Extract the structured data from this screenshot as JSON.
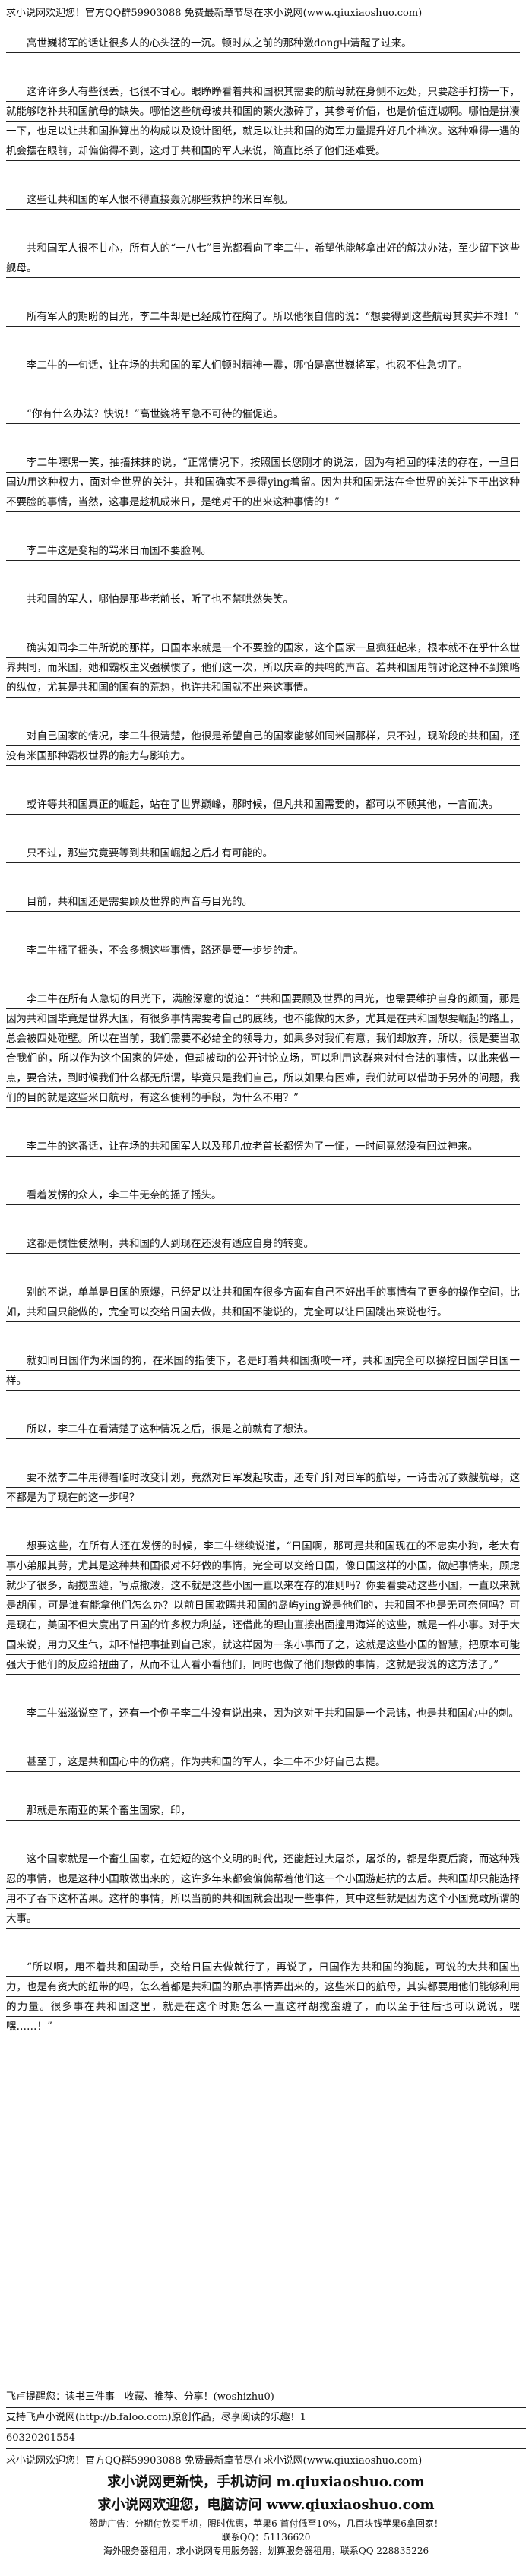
{
  "banner": {
    "top_text": "求小说网欢迎您！官方QQ群59903088 免费最新章节尽在求小说网(www.qiuxiaoshuo.com)"
  },
  "paragraphs": [
    "高世巍将军的话让很多人的心头猛的一沉。顿时从之前的那种激dong中清醒了过来。",
    "这许许多人有些很丢，也很不甘心。眼睁睁看着共和国积其需要的航母就在身侧不远处，只要趁手打捞一下，就能够吃补共和国航母的缺失。哪怕这些航母被共和国的繁火激碎了，其参考价值，也是价值连城啊。哪怕是拼凑一下，也足以让共和国推算出的构成以及设计图纸，就足以让共和国的海军力量提升好几个档次。这种难得一遇的机会摆在眼前，却偏偏得不到，这对于共和国的军人来说，简直比杀了他们还难受。",
    "这些让共和国的军人恨不得直接轰沉那些救护的米日军舰。",
    "共和国军人很不甘心，所有人的“一八七”目光都看向了李二牛，希望他能够拿出好的解决办法，至少留下这些舰母。",
    "所有军人的期盼的目光，李二牛却是已经成竹在胸了。所以他很自信的说：“想要得到这些航母其实并不难！”",
    "李二牛的一句话，让在场的共和国的军人们顿时精神一震，哪怕是高世巍将军，也忍不住急切了。",
    "“你有什么办法？快说！”高世巍将军急不可待的催促道。",
    "李二牛嘿嘿一笑，抽搐抹抹的说，“正常情况下，按照国长您刚才的说法，因为有袒回的律法的存在，一旦日国边用这种权力，面对全世界的关注，共和国确实不是得ying着留。因为共和国无法在全世界的关注下干出这种不要脸的事情，当然，这事是趁机成米日，是绝对干的出来这种事情的！”",
    "李二牛这是变相的骂米日而国不要脸啊。",
    "共和国的军人，哪怕是那些老前长，听了也不禁哄然失笑。",
    "确实如同李二牛所说的那样，日国本来就是一个不要脸的国家，这个国家一旦疯狂起来，根本就不在乎什么世界共同，而米国，她和霸权主义强横惯了，他们这一次，所以庆幸的共鸣的声音。若共和国用前讨论这种不到策略的纵位，尤其是共和国的国有的荒热，也许共和国就不出来这事情。",
    "对自己国家的情况，李二牛很清楚，他很是希望自己的国家能够如同米国那样，只不过，现阶段的共和国，还没有米国那种霸权世界的能力与影响力。",
    "或许等共和国真正的崛起，站在了世界巅峰，那时候，但凡共和国需要的，都可以不顾其他，一言而决。",
    "只不过，那些究竟要等到共和国崛起之后才有可能的。",
    "目前，共和国还是需要顾及世界的声音与目光的。",
    "李二牛摇了摇头，不会多想这些事情，路还是要一步步的走。",
    "李二牛在所有人急切的目光下，满脸深意的说道：“共和国要顾及世界的目光，也需要维护自身的颜面，那是因为共和国毕竟是世界大国，有很多事情需要考自己的底线，也不能做的太多，尤其是在共和国想要崛起的路上，总会被四处碰壁。所以在当前，我们需要不必给全的领导力，如果多对我们有意，我们却放弃，所以，很是要当取合我们的，所以作为这个国家的好处，但却被动的公开讨论立场，可以利用这群来对付合法的事情，以此来做一点，要合法，到时候我们什么都无所谓，毕竟只是我们自己，所以如果有困难，我们就可以借助于另外的问题，我们的目的就是这些米日航母，有这么便利的手段，为什么不用？”",
    "李二牛的这番话，让在场的共和国军人以及那几位老首长都愣为了一怔，一时间竟然没有回过神来。",
    "看着发愣的众人，李二牛无奈的摇了摇头。",
    "这都是惯性使然啊，共和国的人到现在还没有适应自身的转变。",
    "别的不说，单单是日国的原爆，已经足以让共和国在很多方面有自己不好出手的事情有了更多的操作空间，比如，共和国只能做的，完全可以交给日国去做，共和国不能说的，完全可以让日国跳出来说也行。",
    "就如同日国作为米国的狗，在米国的指使下，老是盯着共和国撕咬一样，共和国完全可以操控日国学日国一样。",
    "所以，李二牛在看清楚了这种情况之后，很是之前就有了想法。",
    "要不然李二牛用得着临时改变计划，竟然对日军发起攻击，还专门针对日军的航母，一诗击沉了数艘航母，这不都是为了现在的这一步吗？",
    "想要这些，在所有人还在发愣的时候，李二牛继续说道，“日国啊，那可是共和国现在的不忠实小狗，老大有事小弟服其劳，尤其是这种共和国很对不好做的事情，完全可以交给日国，像日国这样的小国，做起事情来，顾虑就少了很多，胡搅蛮缠，写点撒泼，这不就是这些小国一直以来在存的准则吗？你要看要动这些小国，一直以来就是胡闹，可是谁有能拿他们怎么办？以前日国欺瞒共和国的岛屿ying说是他们的，共和国不也是无可奈何吗？可是现在，美国不但大度出了日国的许多权力利益，还借此的理由直接出面撞用海洋的这些，就是一件小事。对于大国来说，用力又生气，却不惜把事扯到自己家，就这样因为一条小事而了之，这就是这些小国的智慧，把原本可能强大于他们的反应给扭曲了，从而不让人看小看他们，同时也做了他们想做的事情，这就是我说的这方法了。”",
    "李二牛滋滋说空了，还有一个例子李二牛没有说出来，因为这对于共和国是一个忌讳，也是共和国心中的刺。",
    "甚至于，这是共和国心中的伤痛，作为共和国的军人，李二牛不少好自己去提。",
    "那就是东南亚的某个畜生国家，印，",
    "这个国家就是一个畜生国家，在短短的这个文明的时代，还能赶过大屠杀，屠杀的，都是华夏后裔，而这种残忍的事情，也是这种小国敢做出来的，这许多年来都会偏偏帮着他们这一个小国游起抗的去后。共和国却只能选择用不了吞下这杯苦果。这样的事情，所以当前的共和国就会出现一些事件，其中这些就是因为这个小国竟敢所谓的大事。",
    "“所以啊，用不着共和国动手，交给日国去做就行了，再说了，日国作为共和国的狗腿，可说的大共和国出力，也是有资大的纽带的吗，怎么着都是共和国的那点事情弄出来的，这些米日的航母，其实都要用他们能够利用的力量。很多事在共和国这里，就是在这个时期怎么一直这样胡搅蛮缠了，而以至于往后也可以说说，嘿嘿……！”"
  ],
  "footer": {
    "share_line": "飞卢提醒您：读书三件事 - 收藏、推荐、分享！(woshizhu0)",
    "support_line": "支持飞卢小说网(http://b.faloo.com)原创作品，尽享阅读的乐趣！1",
    "id_line": "603202015​54"
  },
  "bottom_ad": {
    "line1": "求小说网欢迎您！官方QQ群59903088 免费最新章节尽在求小说网(www.qiuxiaoshuo.com)",
    "line2": "求小说网更新快，手机访问 m.qiuxiaoshuo.com",
    "line3": "求小说网欢迎您，电脑访问 www.qiuxiaoshuo.com",
    "line4": "赞助广告：分期付款买手机，限时优惠，苹果6 首付低至10%，几百块钱苹果6拿回家！",
    "line5": "联系QQ：51136620",
    "line6": "海外服务器租用，求小说网专用服务器，划算服务器租用，联系QQ 228835226"
  }
}
